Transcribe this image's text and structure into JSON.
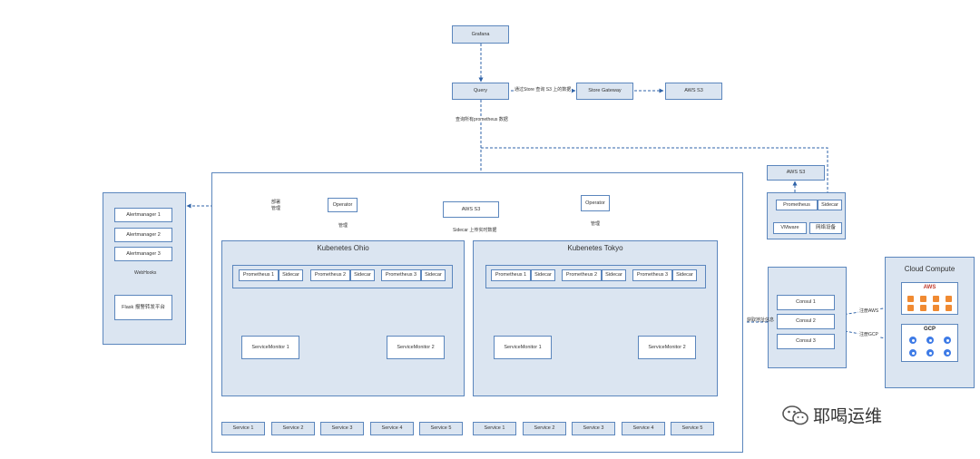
{
  "nodes": {
    "grafana": "Grafana",
    "query": "Query",
    "store_gateway": "Store Gateway",
    "aws_s3_top": "AWS S3",
    "aws_s3_mid": "AWS S3",
    "aws_s3_right": "AWS S3",
    "operator_ohio": "Operator",
    "operator_tokyo": "Operator",
    "alertmanager_1": "Alertmanager 1",
    "alertmanager_2": "Alertmanager 2",
    "alertmanager_3": "Alertmanager 3",
    "flask_platform": "Flask 报警转发平台",
    "prometheus_1": "Prometheus 1",
    "prometheus_2": "Prometheus 2",
    "prometheus_3": "Prometheus 3",
    "prometheus": "Prometheus",
    "sidecar": "Sidecar",
    "servicemonitor_1": "ServiceMonitor 1",
    "servicemonitor_2": "ServiceMonitor 2",
    "service_1": "Service 1",
    "service_2": "Service 2",
    "service_3": "Service 3",
    "service_4": "Service 4",
    "service_5": "Service 5",
    "vmware": "VMware",
    "network_device": "网络设备",
    "consul_1": "Consul 1",
    "consul_2": "Consul 2",
    "consul_3": "Consul 3"
  },
  "regions": {
    "kubernetes_ohio": "Kubenetes Ohio",
    "kubernetes_tokyo": "Kubenetes Tokyo",
    "cloud_compute": "Cloud Compute",
    "aws": "AWS",
    "gcp": "GCP"
  },
  "edge_labels": {
    "store_s3_data": "通过Store 查询 S3 上的数据",
    "query_all_prometheus": "查询所有prometheus 数据",
    "deploy_manage": "部署\n管理",
    "manage_ohio": "管理",
    "manage_tokyo": "管理",
    "webhooks": "WebHooks",
    "sidecar_upload": "Sidecar 上传实时数据",
    "fetch_cluster_info": "获取地址信息",
    "register_aws": "注册AWS",
    "register_gcp": "注册GCP"
  },
  "watermark": {
    "icon": "wechat-icon",
    "text": "耶喝运维"
  },
  "colors": {
    "node_fill": "#dbe5f1",
    "border": "#5b86bd",
    "line_dashed": "#2f63a8",
    "aws_orange": "#f08a32",
    "gcp_blue": "#3e7be6"
  }
}
